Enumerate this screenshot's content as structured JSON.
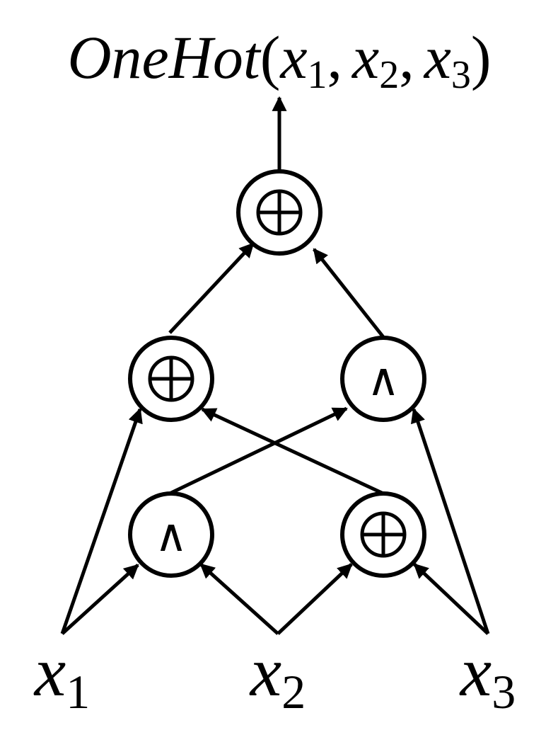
{
  "title": {
    "function_name": "OneHot",
    "open_paren": "(",
    "arg1_var": "x",
    "arg1_sub": "1",
    "comma1": ",",
    "arg2_var": "x",
    "arg2_sub": "2",
    "comma2": ",",
    "arg3_var": "x",
    "arg3_sub": "3",
    "close_paren": ")"
  },
  "inputs": [
    {
      "var": "x",
      "sub": "1"
    },
    {
      "var": "x",
      "sub": "2"
    },
    {
      "var": "x",
      "sub": "3"
    }
  ],
  "gates": {
    "output_xor": {
      "type": "xor"
    },
    "mid_xor": {
      "type": "xor"
    },
    "mid_and": {
      "type": "and",
      "symbol": "∧"
    },
    "low_and": {
      "type": "and",
      "symbol": "∧"
    },
    "low_xor": {
      "type": "xor"
    }
  },
  "connections": [
    {
      "from": "x1",
      "to": "low_and"
    },
    {
      "from": "x1",
      "to": "mid_xor"
    },
    {
      "from": "x2",
      "to": "low_and"
    },
    {
      "from": "x2",
      "to": "low_xor"
    },
    {
      "from": "x3",
      "to": "low_xor"
    },
    {
      "from": "x3",
      "to": "mid_and"
    },
    {
      "from": "low_and",
      "to": "mid_and"
    },
    {
      "from": "low_xor",
      "to": "mid_xor"
    },
    {
      "from": "mid_xor",
      "to": "output_xor"
    },
    {
      "from": "mid_and",
      "to": "output_xor"
    },
    {
      "from": "output_xor",
      "to": "output"
    }
  ],
  "colors": {
    "stroke": "#000000",
    "background": "#ffffff"
  }
}
